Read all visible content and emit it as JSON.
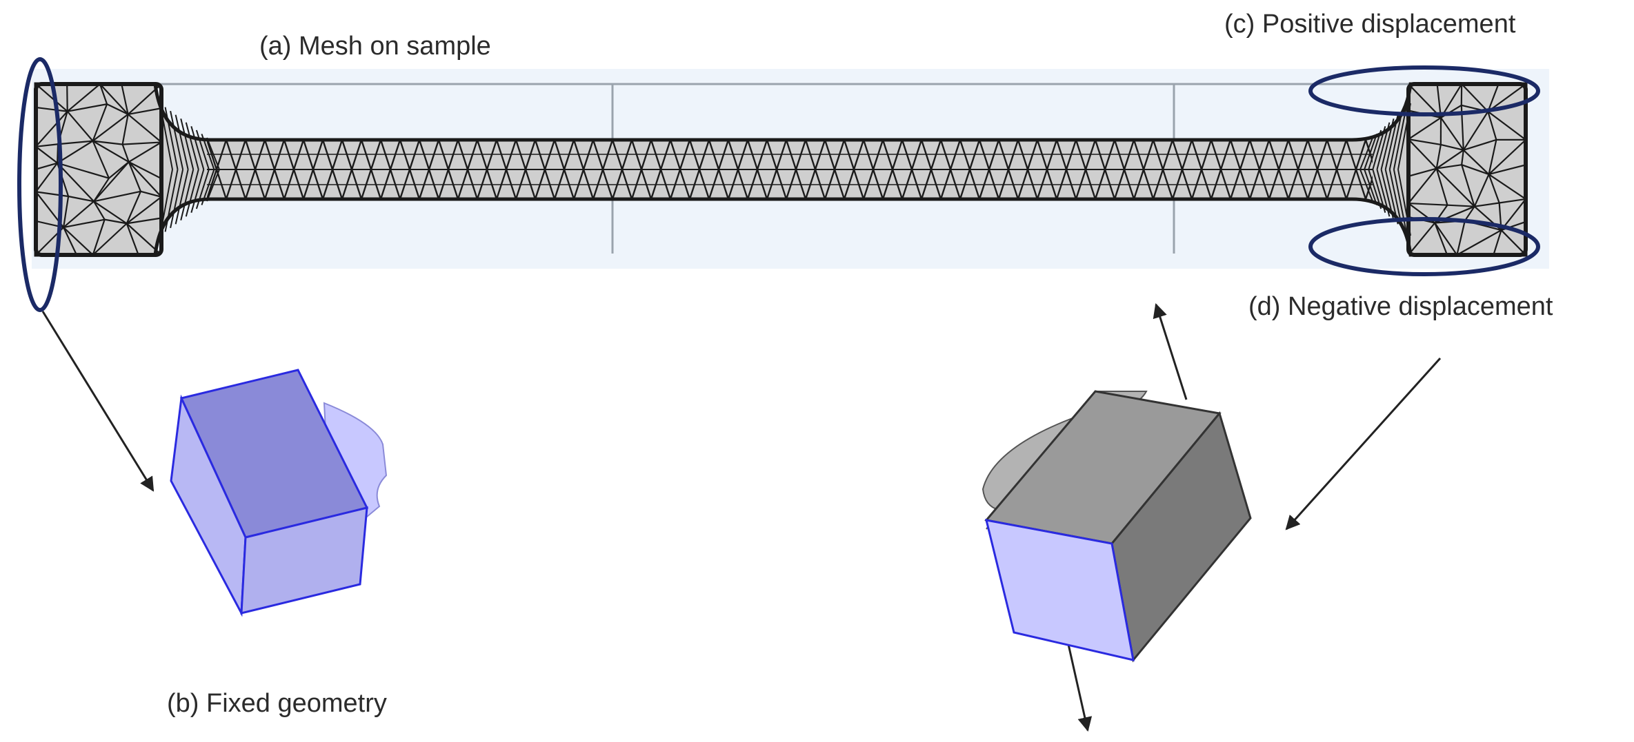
{
  "labels": {
    "mesh": "(a) Mesh on sample",
    "fixed": "(b) Fixed geometry",
    "positive": "(c) Positive displacement",
    "negative": "(d) Negative displacement"
  },
  "colors": {
    "mesh_fill": "#cfcfcf",
    "mesh_line": "#1a1a1a",
    "panel_bg": "#eef4fb",
    "ellipse": "#1b2a66",
    "face_blue": "#c8c8ff",
    "face_blue_dark": "#8a8ad8",
    "edge_blue": "#2a2ae0",
    "face_gray": "#9a9a9a",
    "face_gray_dark": "#7a7a7a",
    "arrow": "#222222"
  }
}
